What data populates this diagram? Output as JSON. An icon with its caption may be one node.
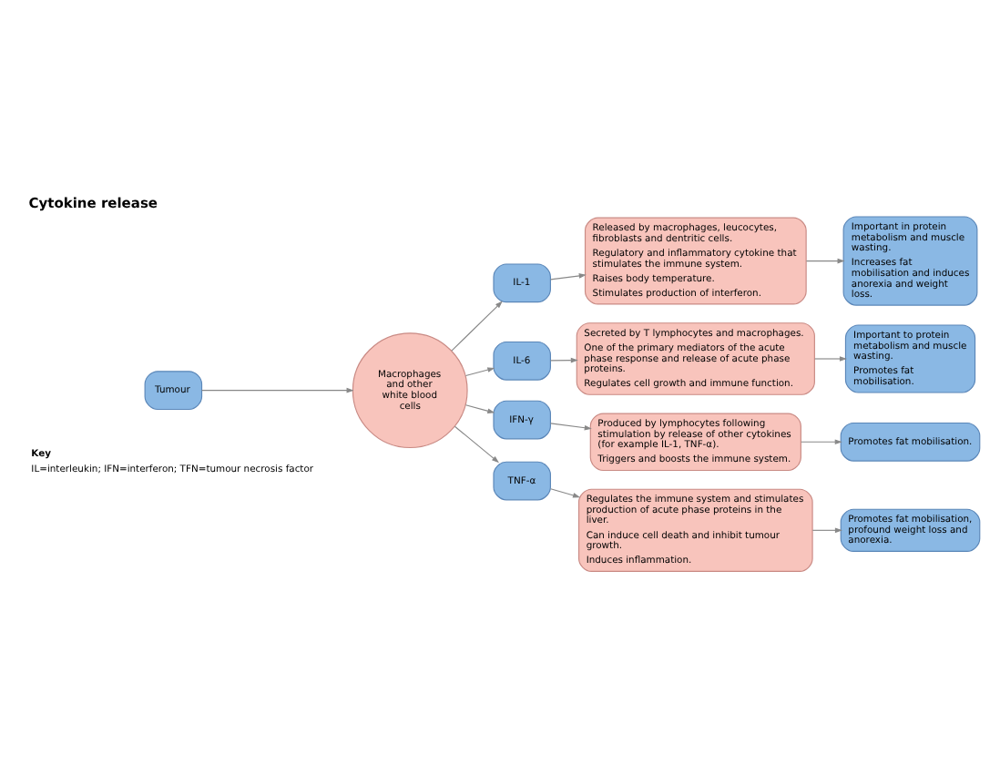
{
  "diagram": {
    "title": "Cytokine release",
    "nodes": [
      {
        "text": [
          "Tumour"
        ]
      },
      {
        "text": [
          "Macrophages and other white blood cells"
        ]
      },
      {
        "text": [
          "IL-1"
        ]
      },
      {
        "text": [
          "Released by macrophages, leucocytes, fibroblasts and dentritic cells.",
          "Regulatory and inflammatory cytokine that stimulates the immune system.",
          "Raises body temperature.",
          "Stimulates production of interferon."
        ]
      },
      {
        "text": [
          "Important in protein metabolism and muscle wasting.",
          "Increases fat mobilisation and induces anorexia and weight loss."
        ]
      },
      {
        "text": [
          "IL-6"
        ]
      },
      {
        "text": [
          "Secreted by T lymphocytes and macrophages.",
          "One of the primary mediators of the acute phase response and release of acute phase proteins.",
          "Regulates cell growth and immune function."
        ]
      },
      {
        "text": [
          "Important to protein metabolism and muscle wasting.",
          "Promotes fat mobilisation."
        ]
      },
      {
        "text": [
          "IFN-γ"
        ]
      },
      {
        "text": [
          "Produced by lymphocytes following stimulation by release of other cytokines (for example IL-1, TNF-α).",
          "Triggers and boosts the immune system."
        ]
      },
      {
        "text": [
          "Promotes fat mobilisation."
        ]
      },
      {
        "text": [
          "TNF-α"
        ]
      },
      {
        "text": [
          "Regulates the immune system and stimulates production of acute phase proteins in the liver.",
          "Can induce cell death and inhibit tumour growth.",
          "Induces inflammation."
        ]
      },
      {
        "text": [
          "Promotes fat mobilisation, profound weight loss and anorexia."
        ]
      }
    ],
    "edges": [
      {
        "from": 0,
        "to": 1,
        "arrow": "to"
      },
      {
        "from": 1,
        "to": 2,
        "arrow": "to"
      },
      {
        "from": 1,
        "to": 5,
        "arrow": "to"
      },
      {
        "from": 1,
        "to": 8,
        "arrow": "to"
      },
      {
        "from": 1,
        "to": 11,
        "arrow": "to"
      },
      {
        "from": 2,
        "to": 3,
        "arrow": "to"
      },
      {
        "from": 3,
        "to": 4,
        "arrow": "to"
      },
      {
        "from": 5,
        "to": 6,
        "arrow": "to"
      },
      {
        "from": 6,
        "to": 7,
        "arrow": "to"
      },
      {
        "from": 8,
        "to": 9,
        "arrow": "to"
      },
      {
        "from": 9,
        "to": 10,
        "arrow": "to"
      },
      {
        "from": 11,
        "to": 12,
        "arrow": "to"
      },
      {
        "from": 12,
        "to": 13,
        "arrow": "to"
      }
    ],
    "labels": [
      "Key",
      "IL=interleukin; IFN=interferon; TFN=tumour necrosis factor"
    ]
  }
}
